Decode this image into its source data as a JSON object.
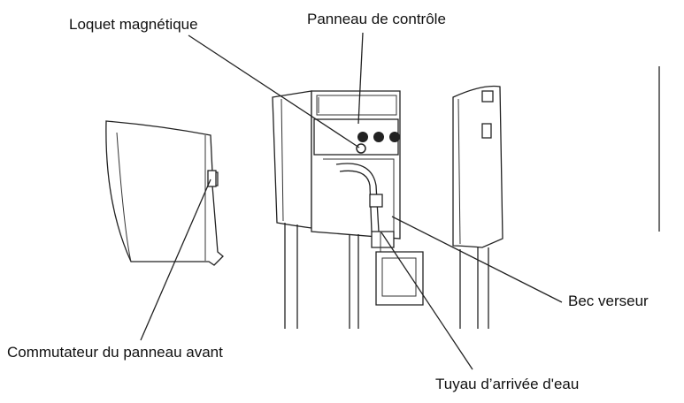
{
  "labels": {
    "magnetic_latch": "Loquet magnétique",
    "control_panel": "Panneau de contrôle",
    "spout": "Bec verseur",
    "front_panel_switch": "Commutateur du panneau avant",
    "water_inlet_hose": "Tuyau d’arrivée d'eau"
  }
}
